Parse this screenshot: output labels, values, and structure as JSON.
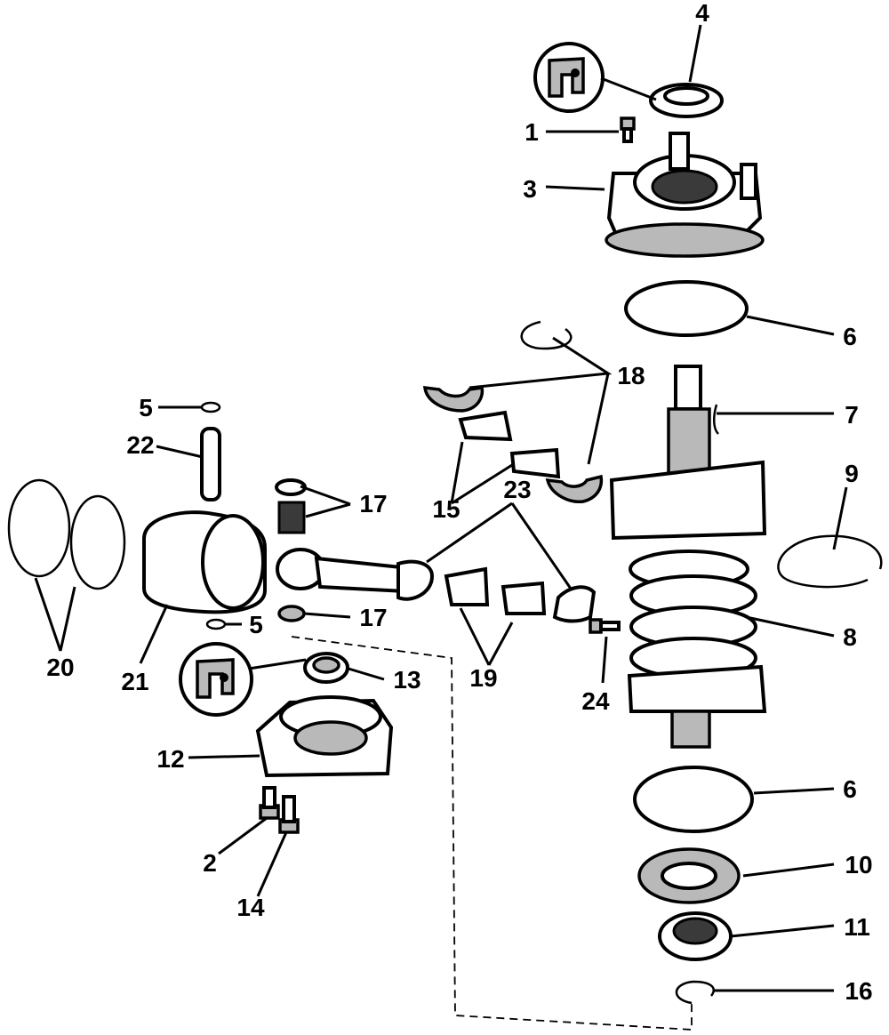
{
  "diagram": {
    "callouts": [
      {
        "id": "c1",
        "text": "1"
      },
      {
        "id": "c2",
        "text": "2"
      },
      {
        "id": "c3",
        "text": "3"
      },
      {
        "id": "c4",
        "text": "4"
      },
      {
        "id": "c5a",
        "text": "5"
      },
      {
        "id": "c5b",
        "text": "5"
      },
      {
        "id": "c6a",
        "text": "6"
      },
      {
        "id": "c6b",
        "text": "6"
      },
      {
        "id": "c7",
        "text": "7"
      },
      {
        "id": "c8",
        "text": "8"
      },
      {
        "id": "c9",
        "text": "9"
      },
      {
        "id": "c10",
        "text": "10"
      },
      {
        "id": "c11",
        "text": "11"
      },
      {
        "id": "c12",
        "text": "12"
      },
      {
        "id": "c13",
        "text": "13"
      },
      {
        "id": "c14",
        "text": "14"
      },
      {
        "id": "c15",
        "text": "15"
      },
      {
        "id": "c16",
        "text": "16"
      },
      {
        "id": "c17a",
        "text": "17"
      },
      {
        "id": "c17b",
        "text": "17"
      },
      {
        "id": "c18",
        "text": "18"
      },
      {
        "id": "c19",
        "text": "19"
      },
      {
        "id": "c20",
        "text": "20"
      },
      {
        "id": "c21",
        "text": "21"
      },
      {
        "id": "c22",
        "text": "22"
      },
      {
        "id": "c23",
        "text": "23"
      },
      {
        "id": "c24",
        "text": "24"
      }
    ]
  }
}
